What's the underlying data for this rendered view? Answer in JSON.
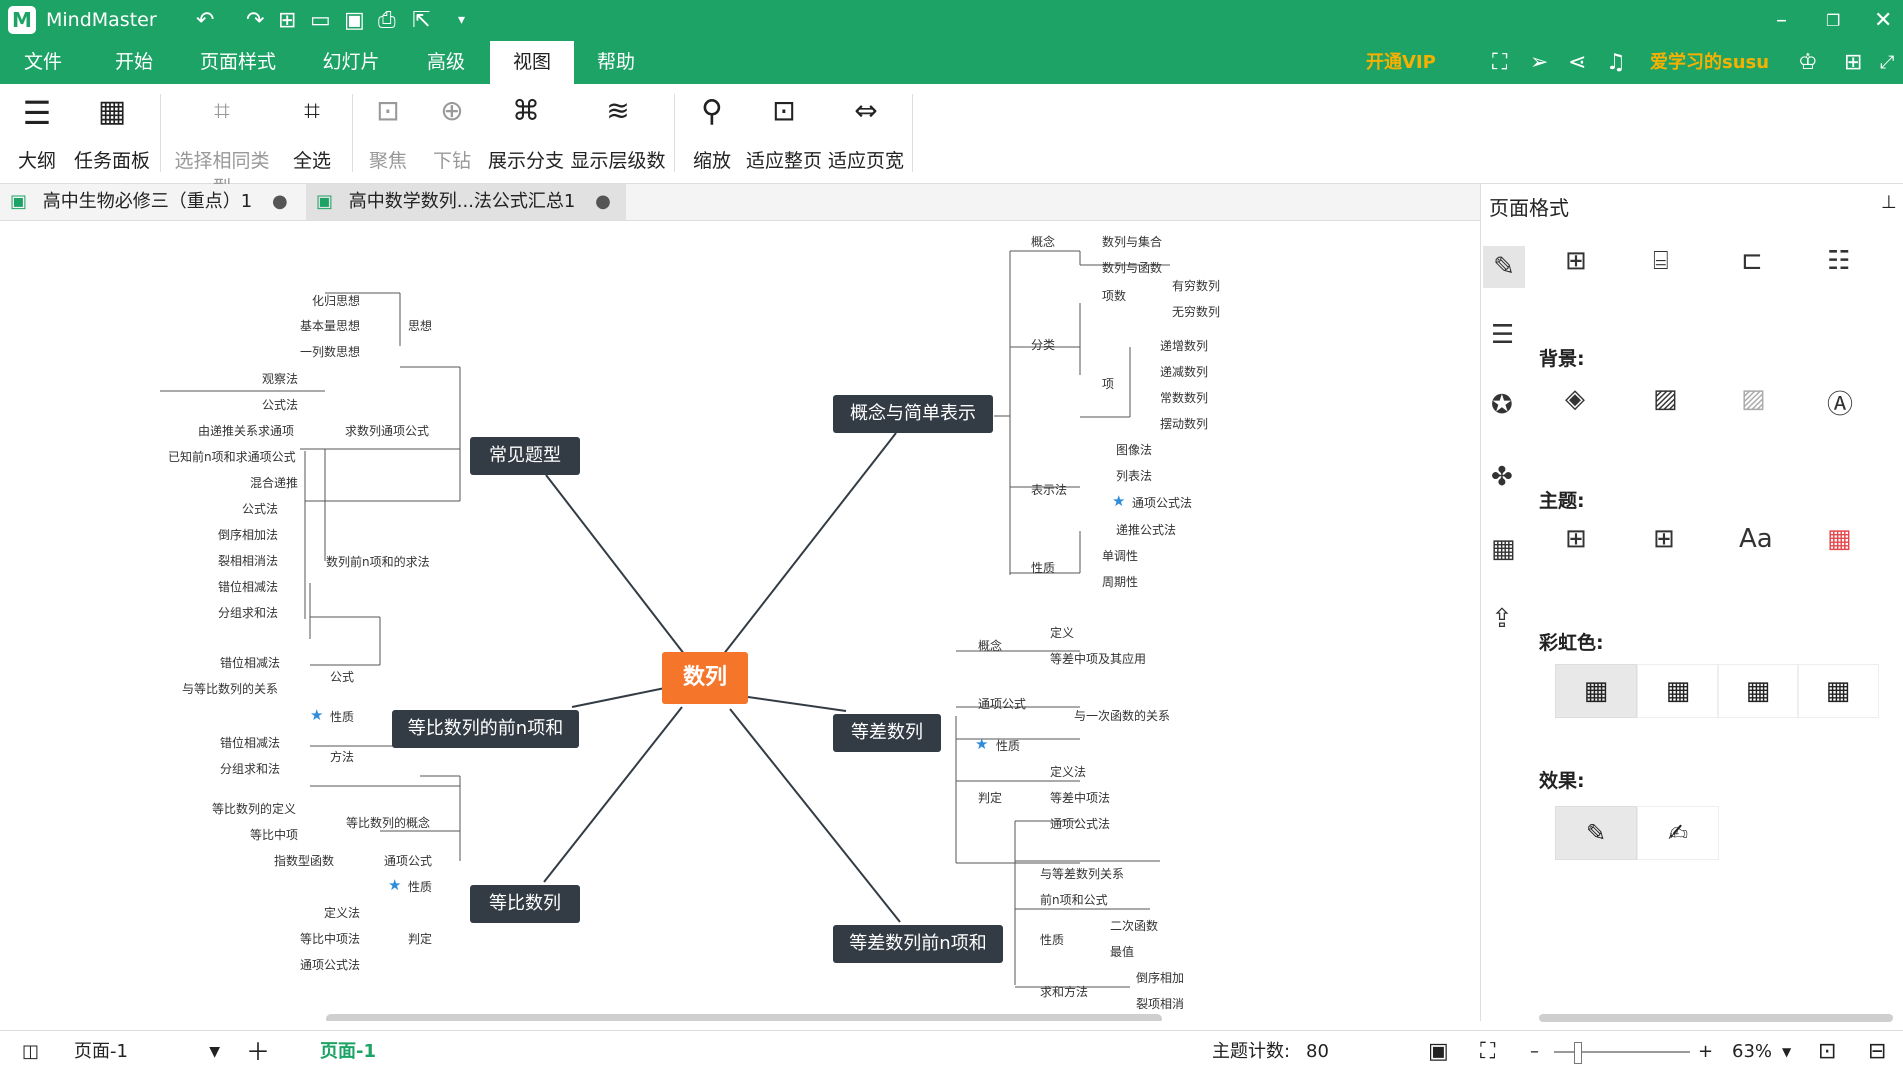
{
  "app": {
    "title": "MindMaster"
  },
  "menu": [
    {
      "label": "文件"
    },
    {
      "label": "开始"
    },
    {
      "label": "页面样式"
    },
    {
      "label": "幻灯片"
    },
    {
      "label": "高级"
    },
    {
      "label": "视图"
    },
    {
      "label": "帮助"
    }
  ],
  "account": {
    "vip": "开通VIP",
    "user": "爱学习的susu"
  },
  "ribbon": [
    {
      "label": "大纲",
      "disabled": false
    },
    {
      "label": "任务面板",
      "disabled": false
    },
    {
      "label": "选择相同类型",
      "disabled": true
    },
    {
      "label": "全选",
      "disabled": false
    },
    {
      "label": "聚焦",
      "disabled": true
    },
    {
      "label": "下钻",
      "disabled": true
    },
    {
      "label": "展示分支",
      "disabled": false
    },
    {
      "label": "显示层级数",
      "disabled": false
    },
    {
      "label": "缩放",
      "disabled": false
    },
    {
      "label": "适应整页",
      "disabled": false
    },
    {
      "label": "适应页宽",
      "disabled": false
    }
  ],
  "tabs": [
    {
      "label": "高中生物必修三（重点）1"
    },
    {
      "label": "高中数学数列...法公式汇总1"
    }
  ],
  "mindmap": {
    "center": "数列",
    "branches": {
      "b1": "概念与简单表示",
      "b2": "等差数列",
      "b3": "等差数列前n项和",
      "b4": "常见题型",
      "b5": "等比数列的前n项和",
      "b6": "等比数列"
    },
    "sub": {
      "gainian": "概念",
      "s1": "数列与集合",
      "s2": "数列与函数",
      "fenlei": "分类",
      "xiangshu": "项数",
      "s3": "有穷数列",
      "s4": "无穷数列",
      "xiang": "项",
      "s5": "递增数列",
      "s6": "递减数列",
      "s7": "常数数列",
      "s8": "摆动数列",
      "biaoshi": "表示法",
      "s9": "图像法",
      "s10": "列表法",
      "s11": "通项公式法",
      "s12": "递推公式法",
      "xingzhi": "性质",
      "s13": "单调性",
      "s14": "周期性",
      "d_gn": "概念",
      "d1": "定义",
      "d2": "等差中项及其应用",
      "d_tx": "通项公式",
      "d3": "与一次函数的关系",
      "d_xz": "性质",
      "d_pd": "判定",
      "d4": "定义法",
      "d5": "等差中项法",
      "d6": "通项公式法",
      "q1": "与等差数列关系",
      "q2": "前n项和公式",
      "q_xz": "性质",
      "q3": "二次函数",
      "q4": "最值",
      "q_qh": "求和方法",
      "q5": "倒序相加",
      "q6": "裂项相消",
      "c_sx": "思想",
      "c1": "化归思想",
      "c2": "基本量思想",
      "c3": "一列数思想",
      "c_tx": "求数列通项公式",
      "c4": "观察法",
      "c5": "公式法",
      "c6": "由递推关系求通项",
      "c7": "已知前n项和求通项公式",
      "c8": "混合递推",
      "c_qh": "数列前n项和的求法",
      "c9": "公式法",
      "c10": "倒序相加法",
      "c11": "裂相相消法",
      "c12": "错位相减法",
      "c13": "分组求和法",
      "e_gs": "公式",
      "e1": "错位相减法",
      "e2": "与等比数列的关系",
      "e_xz": "性质",
      "e_ff": "方法",
      "e3": "错位相减法",
      "e4": "分组求和法",
      "f_gn": "等比数列的概念",
      "f1": "等比数列的定义",
      "f2": "等比中项",
      "f_tx": "通项公式",
      "f3": "指数型函数",
      "f_xz": "性质",
      "f_pd": "判定",
      "f4": "定义法",
      "f5": "等比中项法",
      "f6": "通项公式法"
    }
  },
  "panel": {
    "title": "页面格式",
    "background": "背景:",
    "theme": "主题:",
    "rainbow": "彩虹色:",
    "effect": "效果:"
  },
  "status": {
    "page_select": "页面-1",
    "page_tab": "页面-1",
    "topic_count_label": "主题计数:",
    "topic_count": "80",
    "zoom": "63%"
  },
  "colors": {
    "brand": "#1ea366",
    "center": "#f5762b",
    "node": "#333c44",
    "vip": "#f5b000"
  }
}
